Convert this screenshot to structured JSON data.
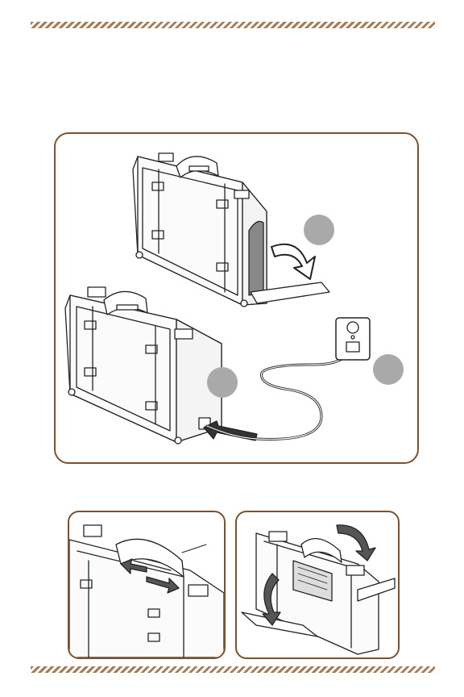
{
  "page": {
    "theme_color": "#7a5230",
    "stripe_color": "#a67b56",
    "badge_color": "#a9a9a9",
    "step_badges": [
      "",
      "",
      ""
    ]
  },
  "illustrations": {
    "main": "suitcase-open-side-compartment-and-plug-in-power-cord",
    "left": "suitcase-handle-slide-detail",
    "right": "suitcase-lid-open-rotate"
  }
}
